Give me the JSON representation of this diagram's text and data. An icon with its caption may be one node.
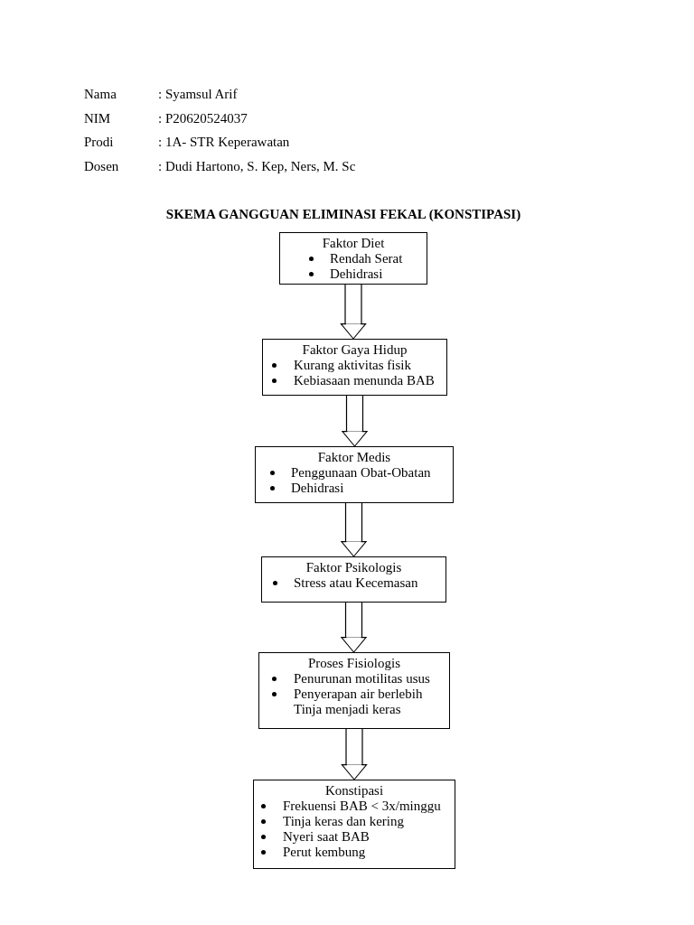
{
  "diagram": {
    "title": "SKEMA GANGGUAN ELIMINASI FEKAL (KONSTIPASI)",
    "nodes": [
      {
        "text": [
          "Faktor Diet",
          "Rendah Serat",
          "Dehidrasi"
        ]
      },
      {
        "text": [
          "Faktor Gaya Hidup",
          "Kurang aktivitas fisik",
          "Kebiasaan menunda BAB"
        ]
      },
      {
        "text": [
          "Faktor Medis",
          "Penggunaan Obat-Obatan",
          "Dehidrasi"
        ]
      },
      {
        "text": [
          "Faktor Psikologis",
          "Stress atau Kecemasan"
        ]
      },
      {
        "text": [
          "Proses Fisiologis",
          "Penurunan motilitas usus",
          "Penyerapan air berlebih Tinja menjadi keras"
        ]
      },
      {
        "text": [
          "Konstipasi",
          "Frekuensi BAB < 3x/minggu",
          "Tinja keras dan kering",
          "Nyeri saat BAB",
          "Perut kembung"
        ]
      }
    ],
    "edges": [
      {
        "from": 0,
        "to": 1,
        "arrow": "to"
      },
      {
        "from": 1,
        "to": 2,
        "arrow": "to"
      },
      {
        "from": 2,
        "to": 3,
        "arrow": "to"
      },
      {
        "from": 3,
        "to": 4,
        "arrow": "to"
      },
      {
        "from": 4,
        "to": 5,
        "arrow": "to"
      }
    ],
    "labels": [
      "Nama",
      ": Syamsul Arif",
      "NIM",
      ": P20620524037",
      "Prodi",
      ": 1A- STR Keperawatan",
      "Dosen",
      ": Dudi Hartono, S. Kep, Ners, M. Sc"
    ]
  }
}
